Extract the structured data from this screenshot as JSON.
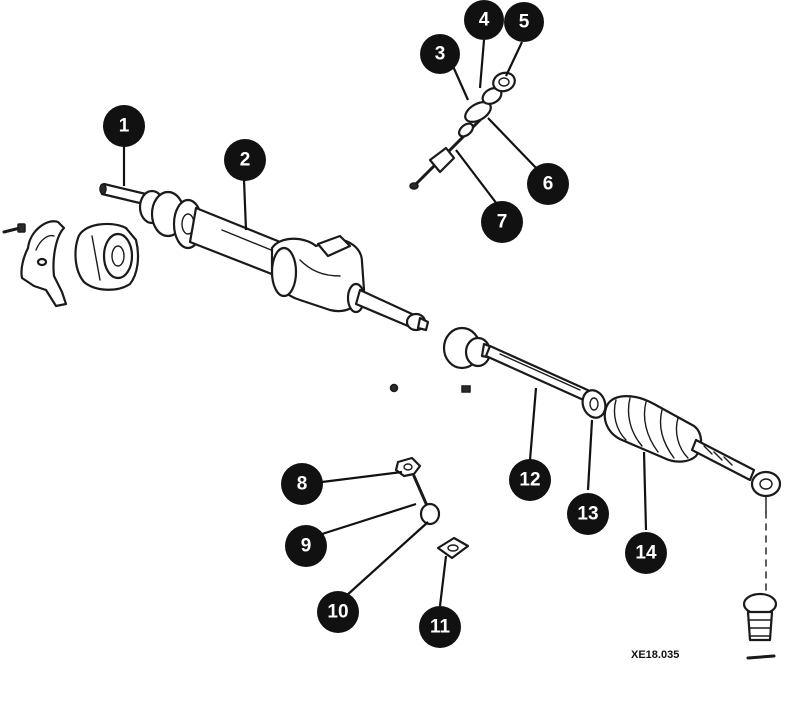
{
  "diagram": {
    "ref_code": "XE18.035",
    "callouts": [
      {
        "label": "1"
      },
      {
        "label": "2"
      },
      {
        "label": "3"
      },
      {
        "label": "4"
      },
      {
        "label": "5"
      },
      {
        "label": "6"
      },
      {
        "label": "7"
      },
      {
        "label": "8"
      },
      {
        "label": "9"
      },
      {
        "label": "10"
      },
      {
        "label": "11"
      },
      {
        "label": "12"
      },
      {
        "label": "13"
      },
      {
        "label": "14"
      }
    ]
  }
}
